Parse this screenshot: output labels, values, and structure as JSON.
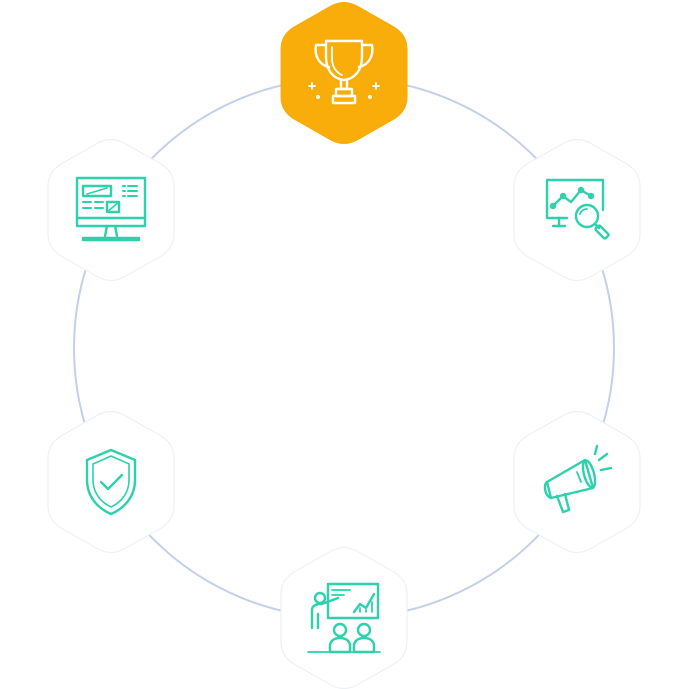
{
  "colors": {
    "accent": "#f9ad0a",
    "icon_teal": "#2dd1ac",
    "ring": "#c4d0ea",
    "hex_fill": "#ffffff",
    "hex_border": "#edf0f7",
    "icon_on_accent": "#ffffff"
  },
  "nodes": [
    {
      "id": "achievement",
      "icon": "trophy-icon",
      "active": true
    },
    {
      "id": "analytics",
      "icon": "magnifier-analytics-icon",
      "active": false
    },
    {
      "id": "marketing",
      "icon": "megaphone-icon",
      "active": false
    },
    {
      "id": "presentation",
      "icon": "presentation-icon",
      "active": false
    },
    {
      "id": "security",
      "icon": "shield-check-icon",
      "active": false
    },
    {
      "id": "dashboard",
      "icon": "monitor-dashboard-icon",
      "active": false
    }
  ]
}
